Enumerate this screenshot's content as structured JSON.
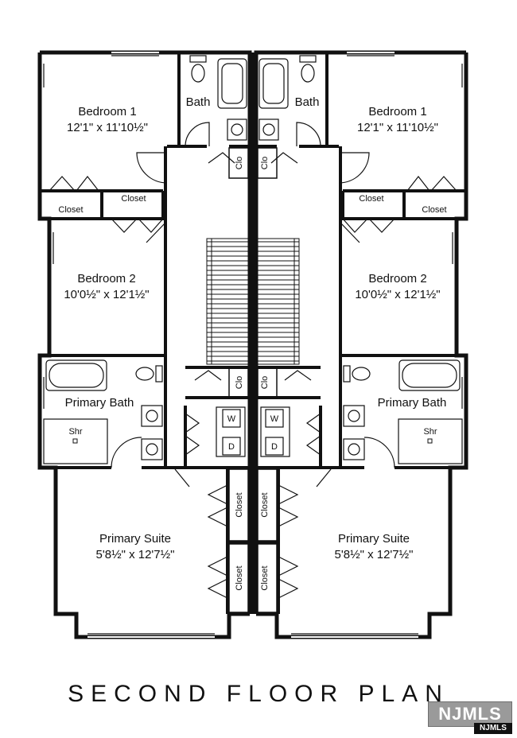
{
  "plan": {
    "title": "SECOND FLOOR PLAN",
    "rooms": {
      "left_bedroom1_name": "Bedroom 1",
      "left_bedroom1_dim": "12'1\" x 11'10½\"",
      "right_bedroom1_name": "Bedroom 1",
      "right_bedroom1_dim": "12'1\" x 11'10½\"",
      "left_bath": "Bath",
      "right_bath": "Bath",
      "left_bedroom2_name": "Bedroom 2",
      "left_bedroom2_dim": "10'0½\" x 12'1½\"",
      "right_bedroom2_name": "Bedroom 2",
      "right_bedroom2_dim": "10'0½\" x 12'1½\"",
      "left_primary_bath": "Primary Bath",
      "right_primary_bath": "Primary Bath",
      "left_primary_suite_name": "Primary Suite",
      "left_primary_suite_dim": "5'8½\" x 12'7½\"",
      "right_primary_suite_name": "Primary Suite",
      "right_primary_suite_dim": "5'8½\" x 12'7½\""
    },
    "labels": {
      "closet": "Closet",
      "clo": "Clo",
      "shower": "Shr",
      "washer": "W",
      "dryer": "D"
    }
  },
  "logo": {
    "main": "NJMLS",
    "sub": "NJMLS"
  }
}
